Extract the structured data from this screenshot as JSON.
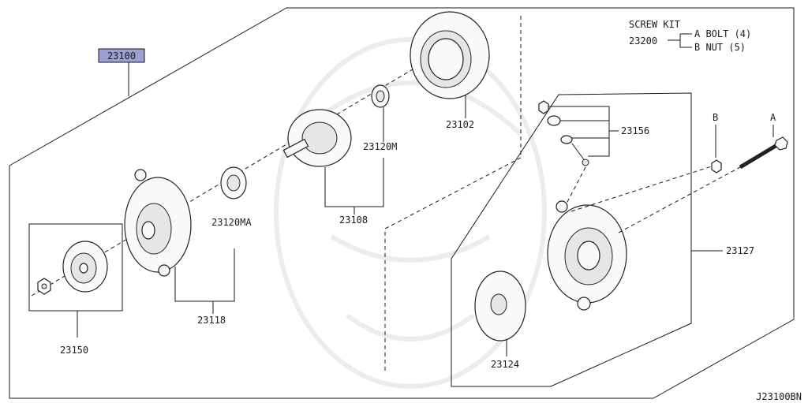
{
  "diagram": {
    "figure_code": "J23100BN",
    "assembly_part": "23100",
    "highlight_color": "#9aa0d6",
    "screw_kit": {
      "title": "SCREW KIT",
      "number": "23200",
      "item_a": "A BOLT (4)",
      "item_b": "B NUT  (5)"
    },
    "callout_a": "A",
    "callout_b": "B",
    "parts": {
      "p23102": "23102",
      "p23120M": "23120M",
      "p23108": "23108",
      "p23120MA": "23120MA",
      "p23118": "23118",
      "p23150": "23150",
      "p23156": "23156",
      "p23127": "23127",
      "p23124": "23124"
    }
  }
}
